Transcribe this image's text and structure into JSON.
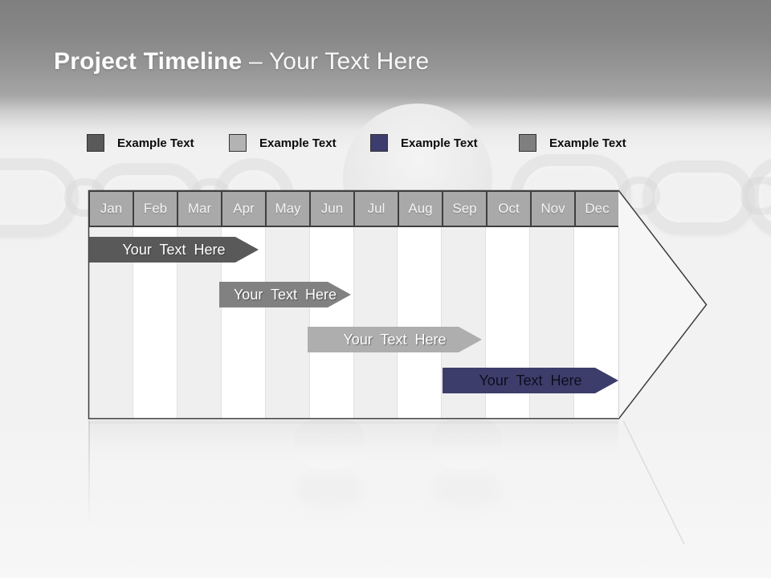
{
  "title": {
    "main": "Project Timeline",
    "subtitle": "– Your Text Here"
  },
  "legend": {
    "items": [
      {
        "label": "Example Text",
        "color": "#595959"
      },
      {
        "label": "Example Text",
        "color": "#b3b3b3"
      },
      {
        "label": "Example Text",
        "color": "#3c3c6e"
      },
      {
        "label": "Example Text",
        "color": "#7f7f7f"
      }
    ]
  },
  "timeline": {
    "type": "gantt-arrow",
    "months": [
      "Jan",
      "Feb",
      "Mar",
      "Apr",
      "May",
      "Jun",
      "Jul",
      "Aug",
      "Sep",
      "Oct",
      "Nov",
      "Dec"
    ],
    "header_color": "#a9a9a9",
    "bars": [
      {
        "label": "Your Text Here",
        "color": "#595959",
        "text_color": "#ffffff",
        "start_month": "Jan",
        "end_month": "Mar"
      },
      {
        "label": "Your Text Here",
        "color": "#818181",
        "text_color": "#ffffff",
        "start_month": "Apr",
        "end_month": "Jun"
      },
      {
        "label": "Your Text Here",
        "color": "#aeaeae",
        "text_color": "#ffffff",
        "start_month": "Jun",
        "end_month": "Sep"
      },
      {
        "label": "Your Text Here",
        "color": "#3d3d6b",
        "text_color": "#0d0d1f",
        "start_month": "Sep",
        "end_month": "Dec"
      }
    ]
  }
}
